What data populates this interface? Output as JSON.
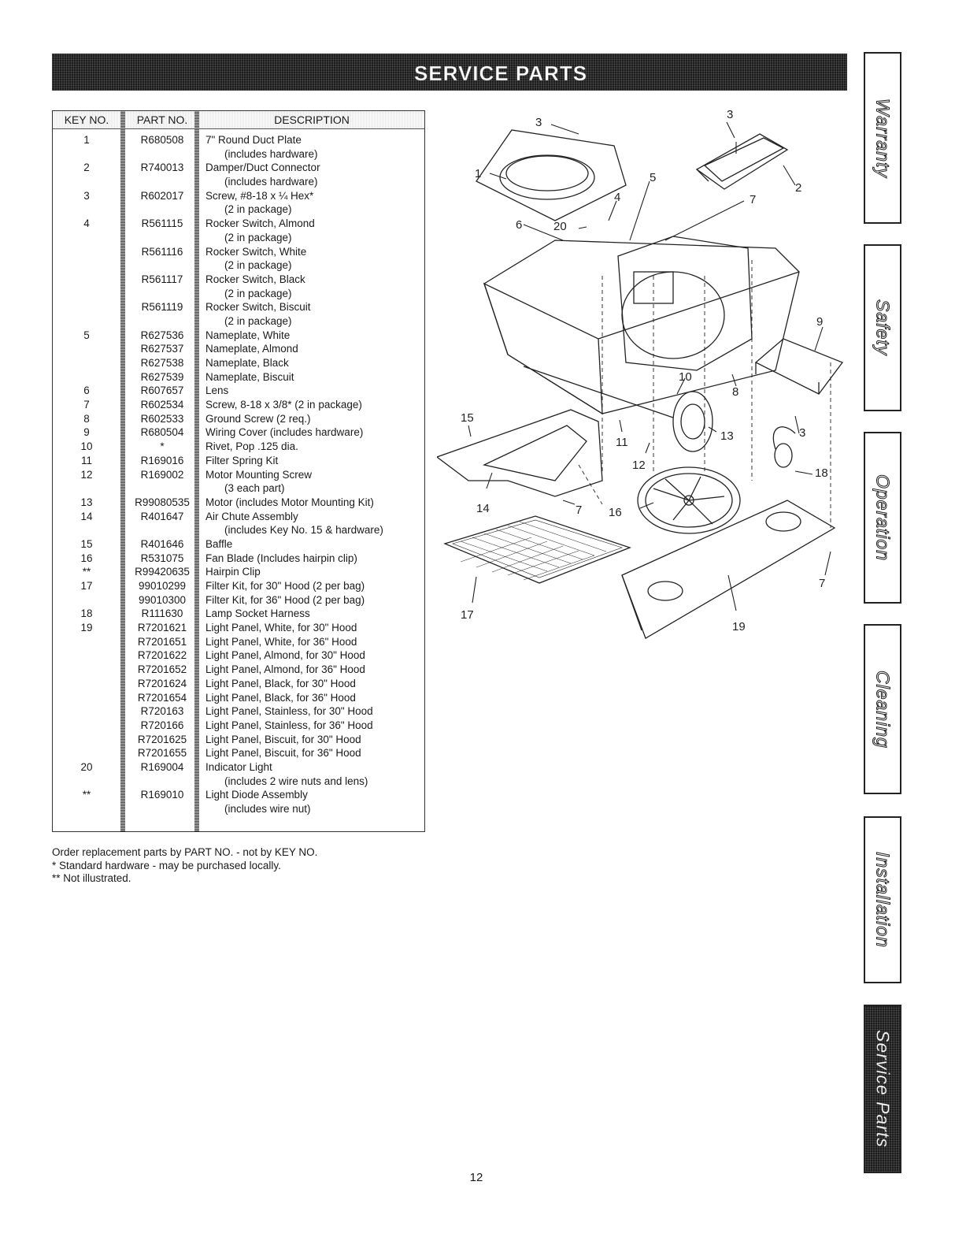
{
  "banner": {
    "title": "SERVICE PARTS"
  },
  "table": {
    "headers": {
      "key": "KEY NO.",
      "part": "PART NO.",
      "description": "DESCRIPTION"
    },
    "rows": [
      {
        "key": "1",
        "part": "R680508",
        "desc": "7\" Round Duct Plate"
      },
      {
        "key": "",
        "part": "",
        "desc": "(includes hardware)",
        "indent": true
      },
      {
        "key": "2",
        "part": "R740013",
        "desc": "Damper/Duct Connector"
      },
      {
        "key": "",
        "part": "",
        "desc": "(includes hardware)",
        "indent": true
      },
      {
        "key": "3",
        "part": "R602017",
        "desc": "Screw, #8-18 x ¼ Hex*"
      },
      {
        "key": "",
        "part": "",
        "desc": "(2 in package)",
        "indent": true
      },
      {
        "key": "4",
        "part": "R561115",
        "desc": "Rocker Switch, Almond"
      },
      {
        "key": "",
        "part": "",
        "desc": "(2 in package)",
        "indent": true
      },
      {
        "key": "",
        "part": "R561116",
        "desc": "Rocker Switch, White"
      },
      {
        "key": "",
        "part": "",
        "desc": "(2 in package)",
        "indent": true
      },
      {
        "key": "",
        "part": "R561117",
        "desc": "Rocker Switch, Black"
      },
      {
        "key": "",
        "part": "",
        "desc": "(2 in package)",
        "indent": true
      },
      {
        "key": "",
        "part": "R561119",
        "desc": "Rocker Switch, Biscuit"
      },
      {
        "key": "",
        "part": "",
        "desc": "(2 in package)",
        "indent": true
      },
      {
        "key": "5",
        "part": "R627536",
        "desc": "Nameplate, White"
      },
      {
        "key": "",
        "part": "R627537",
        "desc": "Nameplate, Almond"
      },
      {
        "key": "",
        "part": "R627538",
        "desc": "Nameplate, Black"
      },
      {
        "key": "",
        "part": "R627539",
        "desc": "Nameplate, Biscuit"
      },
      {
        "key": "6",
        "part": "R607657",
        "desc": "Lens"
      },
      {
        "key": "7",
        "part": "R602534",
        "desc": "Screw, 8-18 x 3/8* (2 in package)"
      },
      {
        "key": "8",
        "part": "R602533",
        "desc": "Ground Screw (2 req.)"
      },
      {
        "key": "9",
        "part": "R680504",
        "desc": "Wiring Cover (includes hardware)"
      },
      {
        "key": "10",
        "part": "*",
        "desc": "Rivet, Pop .125 dia."
      },
      {
        "key": "11",
        "part": "R169016",
        "desc": "Filter Spring Kit"
      },
      {
        "key": "12",
        "part": "R169002",
        "desc": "Motor Mounting Screw"
      },
      {
        "key": "",
        "part": "",
        "desc": "(3 each part)",
        "indent": true
      },
      {
        "key": "13",
        "part": "R99080535",
        "desc": "Motor (includes Motor Mounting Kit)"
      },
      {
        "key": "14",
        "part": "R401647",
        "desc": "Air Chute Assembly"
      },
      {
        "key": "",
        "part": "",
        "desc": "(includes Key No. 15 & hardware)",
        "indent": true
      },
      {
        "key": "15",
        "part": "R401646",
        "desc": "Baffle"
      },
      {
        "key": "16",
        "part": "R531075",
        "desc": "Fan Blade (Includes hairpin clip)"
      },
      {
        "key": "**",
        "part": "R99420635",
        "desc": "Hairpin Clip"
      },
      {
        "key": "17",
        "part": "99010299",
        "desc": "Filter Kit, for 30\" Hood (2 per bag)"
      },
      {
        "key": "",
        "part": "99010300",
        "desc": "Filter Kit, for 36\" Hood (2 per bag)"
      },
      {
        "key": "18",
        "part": "R111630",
        "desc": "Lamp Socket Harness"
      },
      {
        "key": "19",
        "part": "R7201621",
        "desc": "Light Panel, White, for 30\" Hood"
      },
      {
        "key": "",
        "part": "R7201651",
        "desc": "Light Panel, White, for 36\" Hood"
      },
      {
        "key": "",
        "part": "R7201622",
        "desc": "Light Panel, Almond, for 30\" Hood"
      },
      {
        "key": "",
        "part": "R7201652",
        "desc": "Light Panel, Almond, for 36\" Hood"
      },
      {
        "key": "",
        "part": "R7201624",
        "desc": "Light Panel, Black, for 30\" Hood"
      },
      {
        "key": "",
        "part": "R7201654",
        "desc": "Light Panel, Black, for 36\" Hood"
      },
      {
        "key": "",
        "part": "R720163",
        "desc": "Light Panel, Stainless, for 30\" Hood"
      },
      {
        "key": "",
        "part": "R720166",
        "desc": "Light Panel, Stainless, for 36\" Hood"
      },
      {
        "key": "",
        "part": "R7201625",
        "desc": "Light Panel, Biscuit, for 30\" Hood"
      },
      {
        "key": "",
        "part": "R7201655",
        "desc": "Light Panel, Biscuit, for 36\" Hood"
      },
      {
        "key": "20",
        "part": "R169004",
        "desc": "Indicator Light"
      },
      {
        "key": "",
        "part": "",
        "desc": "(includes 2 wire nuts and lens)",
        "indent": true
      },
      {
        "key": "**",
        "part": "R169010",
        "desc": "Light Diode Assembly"
      },
      {
        "key": "",
        "part": "",
        "desc": "(includes wire nut)",
        "indent": true
      }
    ]
  },
  "notes": [
    "Order replacement parts by PART NO. - not by KEY NO.",
    "* Standard hardware - may be purchased locally.",
    "** Not illustrated."
  ],
  "diagram": {
    "callouts": {
      "c1": "1",
      "c2": "2",
      "c3a": "3",
      "c3b": "3",
      "c3c": "3",
      "c4": "4",
      "c5": "5",
      "c6": "6",
      "c7a": "7",
      "c7b": "7",
      "c7c": "7",
      "c8": "8",
      "c9": "9",
      "c10": "10",
      "c11": "11",
      "c12": "12",
      "c13": "13",
      "c14": "14",
      "c15": "15",
      "c16": "16",
      "c17": "17",
      "c18": "18",
      "c19": "19",
      "c20": "20"
    }
  },
  "tabs": [
    {
      "label": "Warranty",
      "active": false
    },
    {
      "label": "Safety",
      "active": false
    },
    {
      "label": "Operation",
      "active": false
    },
    {
      "label": "Cleaning",
      "active": false
    },
    {
      "label": "Installation",
      "active": false
    },
    {
      "label": "Service Parts",
      "active": true
    }
  ],
  "page_number": "12"
}
